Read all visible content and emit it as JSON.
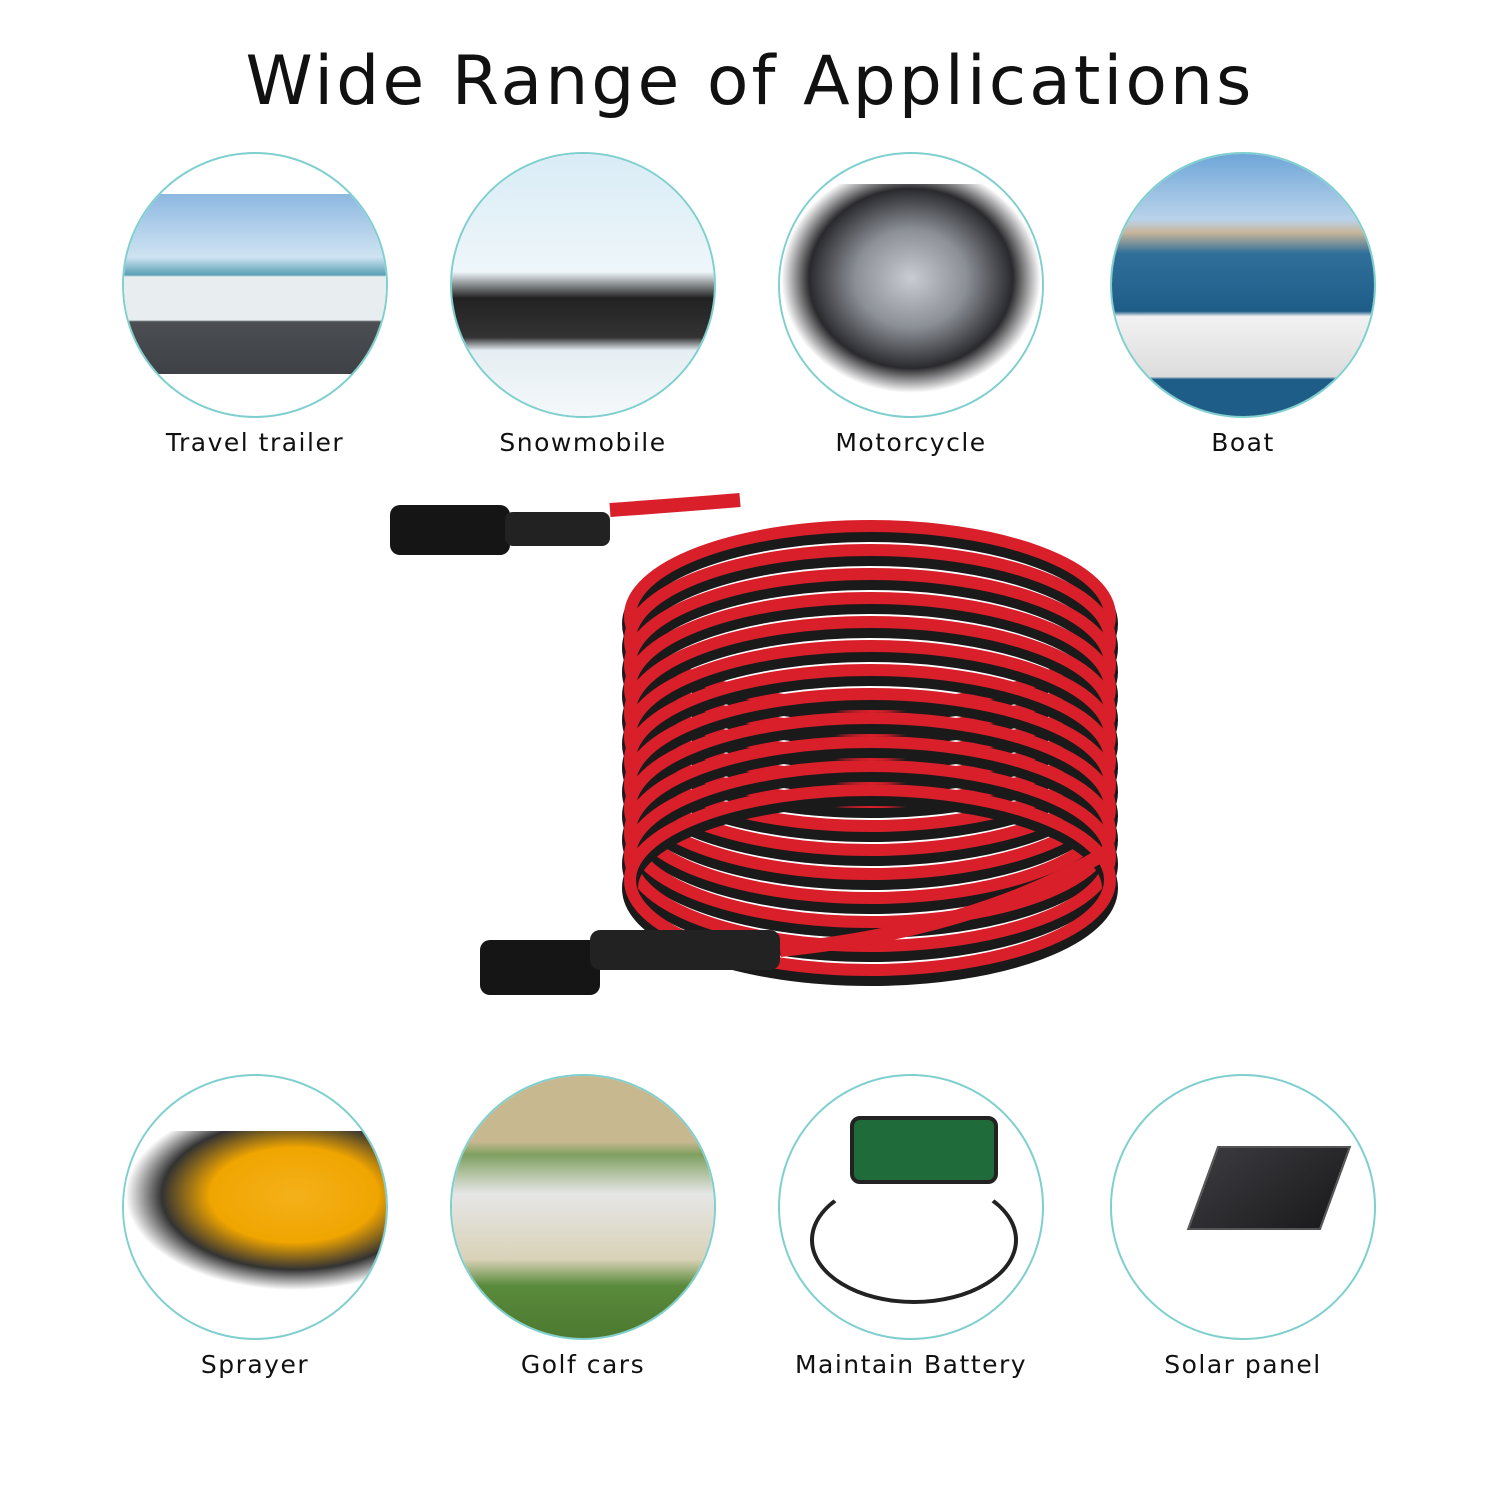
{
  "title": "Wide Range of Applications",
  "applications_top": [
    {
      "label": "Travel trailer",
      "icon": "rv-photo"
    },
    {
      "label": "Snowmobile",
      "icon": "snowmobile-photo"
    },
    {
      "label": "Motorcycle",
      "icon": "motorcycle-photo"
    },
    {
      "label": "Boat",
      "icon": "boat-photo"
    }
  ],
  "applications_bottom": [
    {
      "label": "Sprayer",
      "icon": "sprayer-photo"
    },
    {
      "label": "Golf cars",
      "icon": "golf-car-photo"
    },
    {
      "label": "Maintain Battery",
      "icon": "battery-tender-photo"
    },
    {
      "label": "Solar panel",
      "icon": "solar-panel-photo"
    }
  ],
  "colors": {
    "circle_border": "#7fcfcf",
    "cable_red": "#d81f2a",
    "cable_black": "#1a1a1a"
  }
}
